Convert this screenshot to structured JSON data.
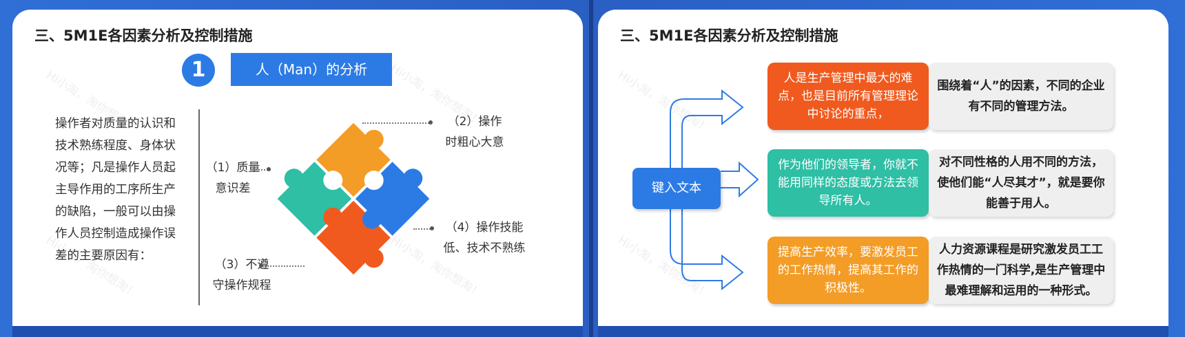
{
  "watermark": "Hi小淘，淘你想淘！",
  "left_slide": {
    "title": "三、5M1E各因素分析及控制措施",
    "number": "1",
    "section_title": "人（Man）的分析",
    "description": "操作者对质量的认识和技术熟练程度、身体状况等；凡是操作人员起主导作用的工序所生产的缺陷，一般可以由操作人员控制造成操作误差的主要原因有：",
    "labels": {
      "label1": "（1）质量意识差",
      "label2": "（2）操作时粗心大意",
      "label3": "（3）不遵守操作规程",
      "label4": "（4）操作技能低、技术不熟练"
    },
    "puzzle_colors": [
      "#f39c26",
      "#2ebfa5",
      "#2c7be5",
      "#f05a1e"
    ]
  },
  "right_slide": {
    "title": "三、5M1E各因素分析及控制措施",
    "key_box": "键入文本",
    "rows": [
      {
        "color_text": "人是生产管理中最大的难点，也是目前所有管理理论中讨论的重点，",
        "gray_text": "围绕着“人”的因素，不同的企业有不同的管理方法。",
        "color": "#f05a1e"
      },
      {
        "color_text": "作为他们的领导者，你就不能用同样的态度或方法去领导所有人。",
        "gray_text": "对不同性格的人用不同的方法，使他们能“人尽其才”，就是要你能善于用人。",
        "color": "#2ebfa5"
      },
      {
        "color_text": "提高生产效率，要激发员工的工作热情，提高其工作的积极性。",
        "gray_text": "人力资源课程是研究激发员工工作热情的一门科学,是生产管理中最难理解和运用的一种形式。",
        "color": "#f39c26"
      }
    ]
  }
}
